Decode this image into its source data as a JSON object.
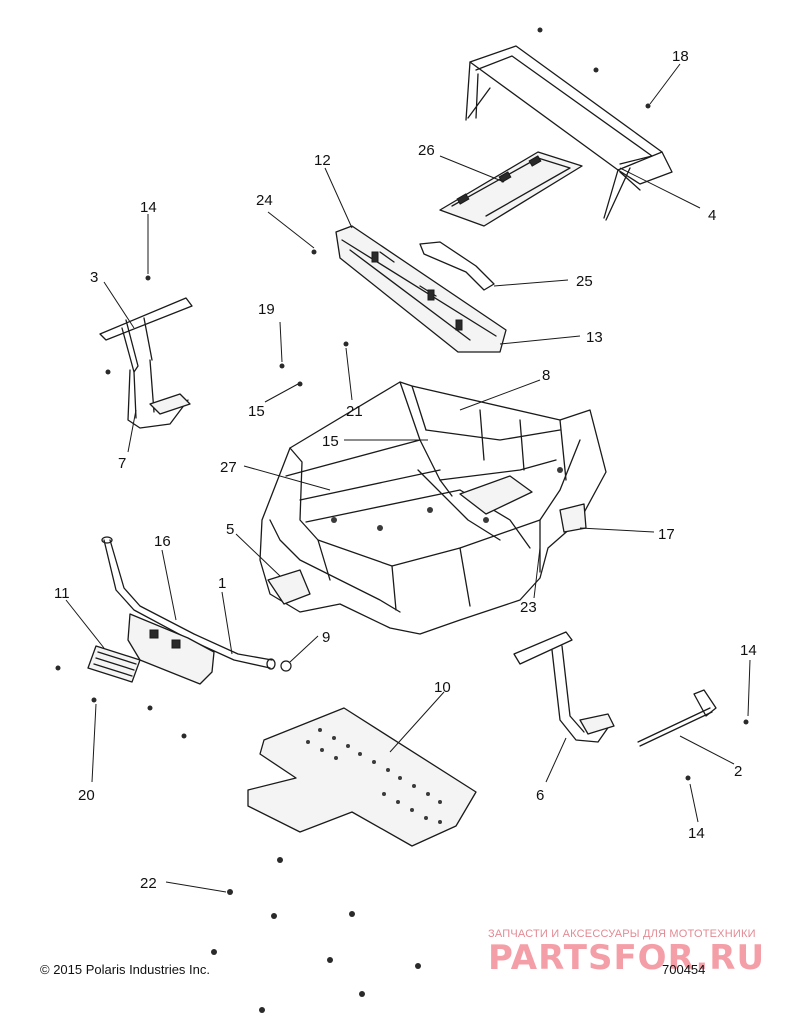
{
  "diagram": {
    "callouts": {
      "c1": "1",
      "c2": "2",
      "c3": "3",
      "c4": "4",
      "c5": "5",
      "c6": "6",
      "c7": "7",
      "c8": "8",
      "c9": "9",
      "c10": "10",
      "c11": "11",
      "c12": "12",
      "c13": "13",
      "c14a": "14",
      "c14b": "14",
      "c14c": "14",
      "c15a": "15",
      "c15b": "15",
      "c16": "16",
      "c17": "17",
      "c18": "18",
      "c19": "19",
      "c20": "20",
      "c21": "21",
      "c22": "22",
      "c23": "23",
      "c24": "24",
      "c25": "25",
      "c26": "26",
      "c27": "27"
    }
  },
  "footer": {
    "copyright": "© 2015 Polaris Industries Inc.",
    "drawing_number": "700454"
  },
  "watermark": {
    "tagline": "ЗАПЧАСТИ И АКСЕССУАРЫ ДЛЯ МОТОТЕХНИКИ",
    "brand": "PARTSFOR.RU"
  },
  "colors": {
    "line": "#1a1a1a",
    "watermark_red": "#ec4f60"
  }
}
